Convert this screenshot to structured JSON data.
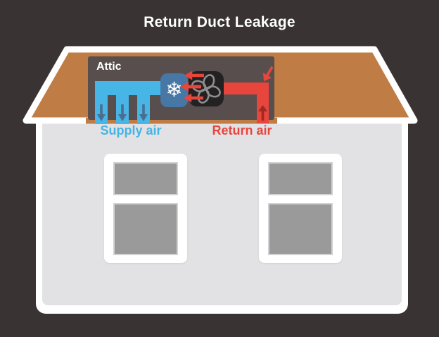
{
  "title": "Return Duct Leakage",
  "attic": {
    "label": "Attic"
  },
  "labels": {
    "supply": "Supply air",
    "return": "Return air"
  },
  "glyphs": {
    "snowflake": "❄"
  },
  "icons": [
    "snowflake-icon",
    "fan-icon",
    "supply-arrow-down-icon",
    "return-arrow-up-icon",
    "flow-arrow-left-icon",
    "leak-arrow-icon"
  ],
  "colors": {
    "background": "#393334",
    "roof": "#bf7c45",
    "outline": "#ffffff",
    "attic_box": "#574e4d",
    "house_body": "#e2e2e4",
    "window_pane": "#9a9a9a",
    "supply_duct": "#47b5e6",
    "supply_arrow": "#4a6e91",
    "supply_text": "#45b4e6",
    "return_duct": "#e8453c",
    "return_arrow_dark": "#9e2a20",
    "coil_box": "#4677a5",
    "fan_box": "#242122",
    "fan_blade": "#8e8e8e"
  }
}
